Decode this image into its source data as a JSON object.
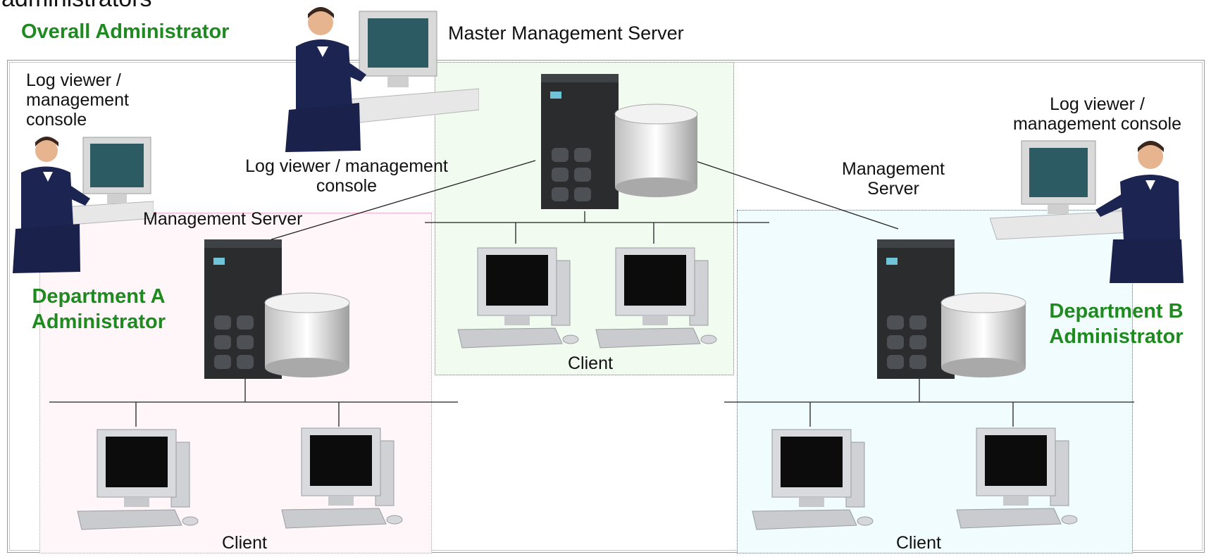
{
  "heading": "administrators",
  "roles": {
    "overall": "Overall Administrator",
    "dept_a": [
      "Department A",
      "Administrator"
    ],
    "dept_b": [
      "Department B",
      "Administrator"
    ]
  },
  "consoles": {
    "left": [
      "Log viewer /",
      "management",
      "console"
    ],
    "center": [
      "Log viewer / management",
      "console"
    ],
    "right": [
      "Log viewer /",
      "management console"
    ]
  },
  "servers": {
    "master": "Master Management Server",
    "dept_a": "Management  Server",
    "dept_b": [
      "Management",
      "Server"
    ]
  },
  "clients": {
    "master": "Client",
    "dept_a": "Client",
    "dept_b": "Client"
  },
  "colors": {
    "admin_label": "#1f8a1f",
    "master_zone": "#f1fbef",
    "dept_a_zone": "#fff6f9",
    "dept_b_zone": "#f0fcfd"
  },
  "icons": [
    "administrator-person-icon",
    "server-tower-icon",
    "database-cylinder-icon",
    "client-pc-icon"
  ]
}
